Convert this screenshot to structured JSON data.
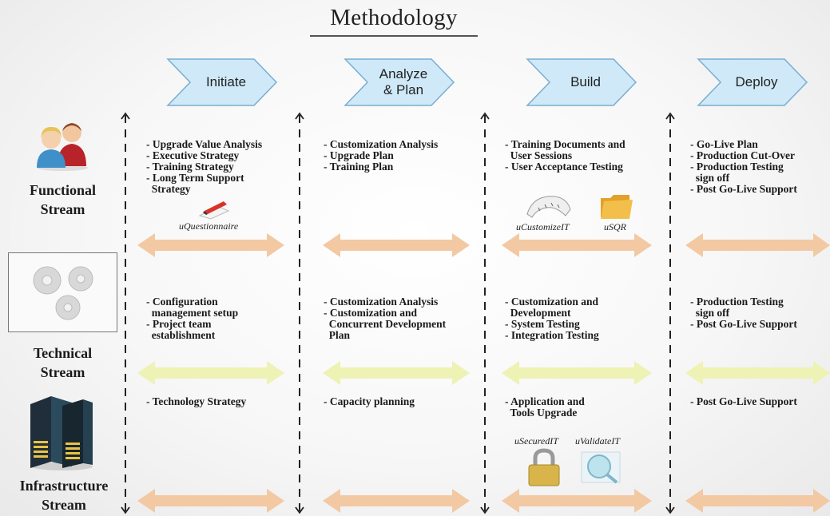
{
  "title": "Methodology",
  "phases": [
    "Initiate",
    "Analyze\n& Plan",
    "Build",
    "Deploy"
  ],
  "streams": {
    "functional": "Functional\nStream",
    "technical": "Technical\nStream",
    "infrastructure": "Infrastructure\nStream"
  },
  "cells": {
    "functional": [
      [
        "- Upgrade Value Analysis",
        "- Executive Strategy",
        "- Training Strategy",
        "- Long Term Support",
        "  Strategy"
      ],
      [
        "- Customization Analysis",
        "- Upgrade Plan",
        "- Training Plan"
      ],
      [
        "- Training Documents and",
        "  User Sessions",
        "- User Acceptance Testing"
      ],
      [
        "- Go-Live Plan",
        "- Production Cut-Over",
        "- Production Testing",
        "  sign off",
        "- Post Go-Live Support"
      ]
    ],
    "technical": [
      [
        "- Configuration",
        "  management setup",
        "- Project team",
        "  establishment"
      ],
      [
        "- Customization Analysis",
        "- Customization and",
        "  Concurrent Development",
        "  Plan"
      ],
      [
        "- Customization and",
        "  Development",
        "- System Testing",
        "- Integration Testing"
      ],
      [
        "- Production Testing",
        "  sign off",
        "- Post Go-Live Support"
      ]
    ],
    "infrastructure": [
      [
        "- Technology Strategy"
      ],
      [
        "- Capacity planning"
      ],
      [
        "- Application and",
        "  Tools Upgrade"
      ],
      [
        "- Post Go-Live Support"
      ]
    ]
  },
  "tools": {
    "questionnaire": "uQuestionnaire",
    "customize": "uCustomizeIT",
    "sqr": "uSQR",
    "secured": "uSecuredIT",
    "validate": "uValidateIT"
  },
  "colors": {
    "chevron_fill": "#cfe9f8",
    "chevron_stroke": "#7aaed0",
    "functional_arrow": "#f2c9a3",
    "technical_arrow": "#eef2b4",
    "infrastructure_arrow": "#f2c9a3"
  }
}
